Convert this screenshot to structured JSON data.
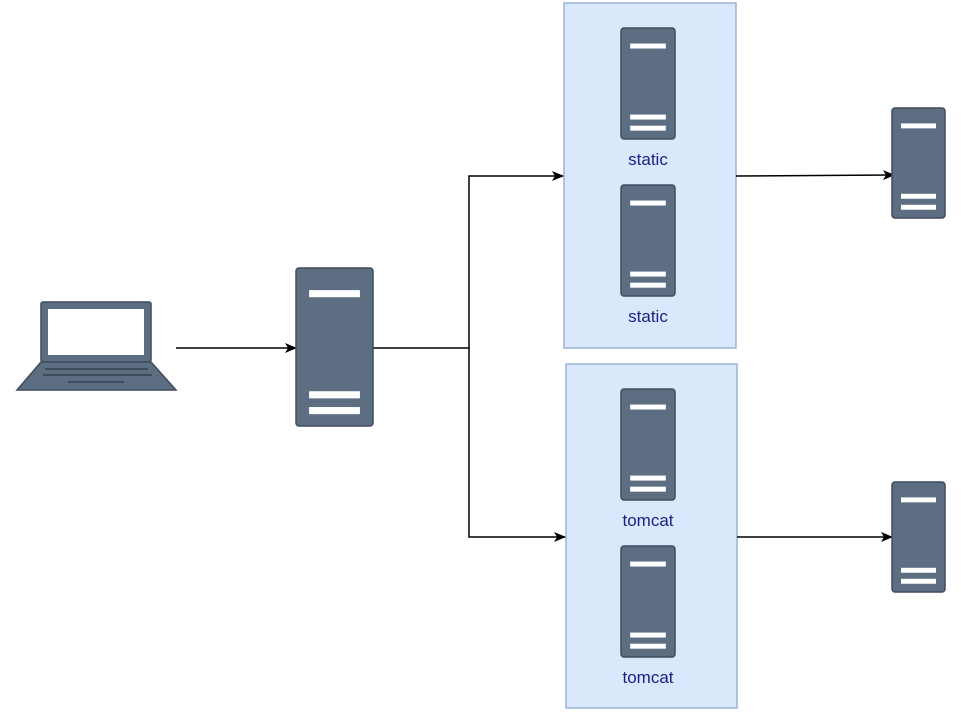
{
  "colors": {
    "server_body": "#5d6d82",
    "server_stroke": "#3e4c5d",
    "server_slot": "#ffffff",
    "group_fill": "#dae8fc",
    "group_stroke": "#9bb3d6",
    "edge": "#000000",
    "label": "#1a237e",
    "laptop_body": "#5d6d82",
    "laptop_screen": "#ffffff"
  },
  "nodes": {
    "client": {
      "icon": "laptop-icon"
    },
    "proxy": {
      "icon": "server-icon"
    },
    "static_group": {
      "servers": [
        {
          "icon": "server-icon",
          "label": "static"
        },
        {
          "icon": "server-icon",
          "label": "static"
        }
      ]
    },
    "tomcat_group": {
      "servers": [
        {
          "icon": "server-icon",
          "label": "tomcat"
        },
        {
          "icon": "server-icon",
          "label": "tomcat"
        }
      ]
    },
    "static_backend": {
      "icon": "server-icon"
    },
    "tomcat_backend": {
      "icon": "server-icon"
    }
  },
  "edges": [
    {
      "from": "client",
      "to": "proxy"
    },
    {
      "from": "proxy",
      "to": "static_group"
    },
    {
      "from": "proxy",
      "to": "tomcat_group"
    },
    {
      "from": "static_group",
      "to": "static_backend"
    },
    {
      "from": "tomcat_group",
      "to": "tomcat_backend"
    }
  ]
}
